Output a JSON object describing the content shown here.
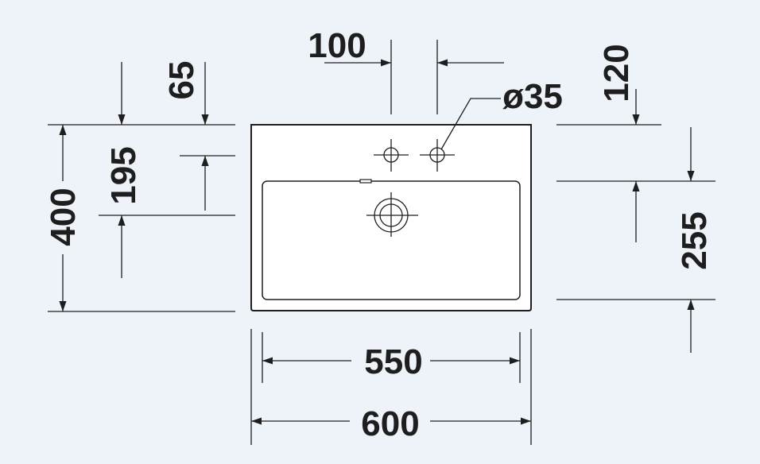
{
  "drawing": {
    "colors": {
      "background": "#eef3f9",
      "line": "#1e1e1e",
      "fill": "#ffffff"
    },
    "dimensions": {
      "tap_spacing": "100",
      "tap_hole_diameter": "ø35",
      "tap_from_top": "65",
      "edge_to_tap_right": "120",
      "basin_depth": "195",
      "overall_depth": "400",
      "basin_front_depth": "255",
      "basin_width": "550",
      "overall_width": "600"
    }
  }
}
